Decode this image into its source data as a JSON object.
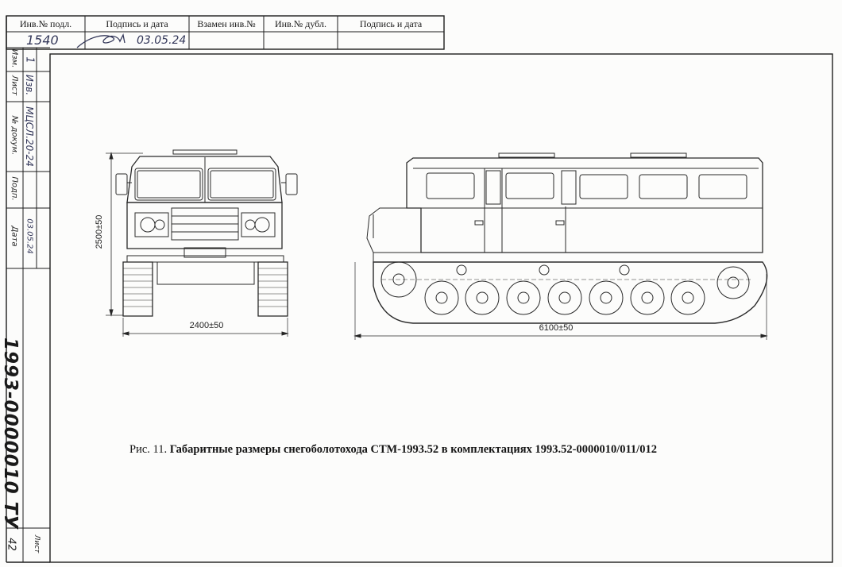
{
  "stamp": {
    "headers": [
      "Инв.№ подл.",
      "Подпись и дата",
      "Взамен инв.№",
      "Инв.№ дубл.",
      "Подпись и дата"
    ],
    "inv_number": "1540",
    "signature_date": "03.05.24"
  },
  "side_block": {
    "labels": [
      "Изм.",
      "Лист",
      "№ докум.",
      "Подп.",
      "Дата"
    ],
    "values": [
      "1",
      "Изв.",
      "МЦСЛ.20-24",
      "",
      "03.05.24"
    ]
  },
  "document_number": "1993-0000010 ТУ",
  "sheet": {
    "label": "Лист",
    "number": "42"
  },
  "dimensions": {
    "front_height": "2500±50",
    "front_width": "2400±50",
    "side_length": "6100±50"
  },
  "caption": {
    "prefix": "Рис. 11.",
    "text": "Габаритные размеры снегоболотохода СТМ-1993.52 в комплектациях 1993.52-0000010/011/012"
  }
}
